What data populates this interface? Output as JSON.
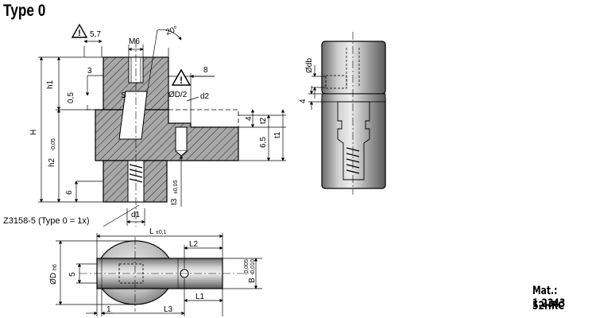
{
  "header": {
    "title": "Type 0"
  },
  "material": {
    "line1": "Mat.: 1.2343",
    "line2": "52HRC"
  },
  "caption": "Z3158-5 (Type 0 = 1x)",
  "dimensions": {
    "d57": "5,7",
    "m6": "M6",
    "angle": "20°",
    "h1": "h1",
    "d3": "3",
    "d8": "8",
    "d05": "0,5",
    "s": "S",
    "od2": "ØD/2",
    "d2": "d2",
    "H": "H",
    "h2": "h2",
    "h2tol": "-0,05",
    "d4a": "4",
    "t2": "t2",
    "d65": "6,5",
    "t1": "t1",
    "t3": "t3",
    "t3tol": "±0,05",
    "d6": "6",
    "d1": "d1",
    "odb": "Ødb",
    "d4b": "4",
    "L": "L",
    "Ltol": "±0,1",
    "L2": "L2",
    "od": "ØD",
    "odtol": "h6",
    "d5": "5",
    "B": "B",
    "Btol1": "-0,005",
    "Btol2": "-0,010",
    "L1": "L1",
    "d1b": "1",
    "L3": "L3"
  }
}
